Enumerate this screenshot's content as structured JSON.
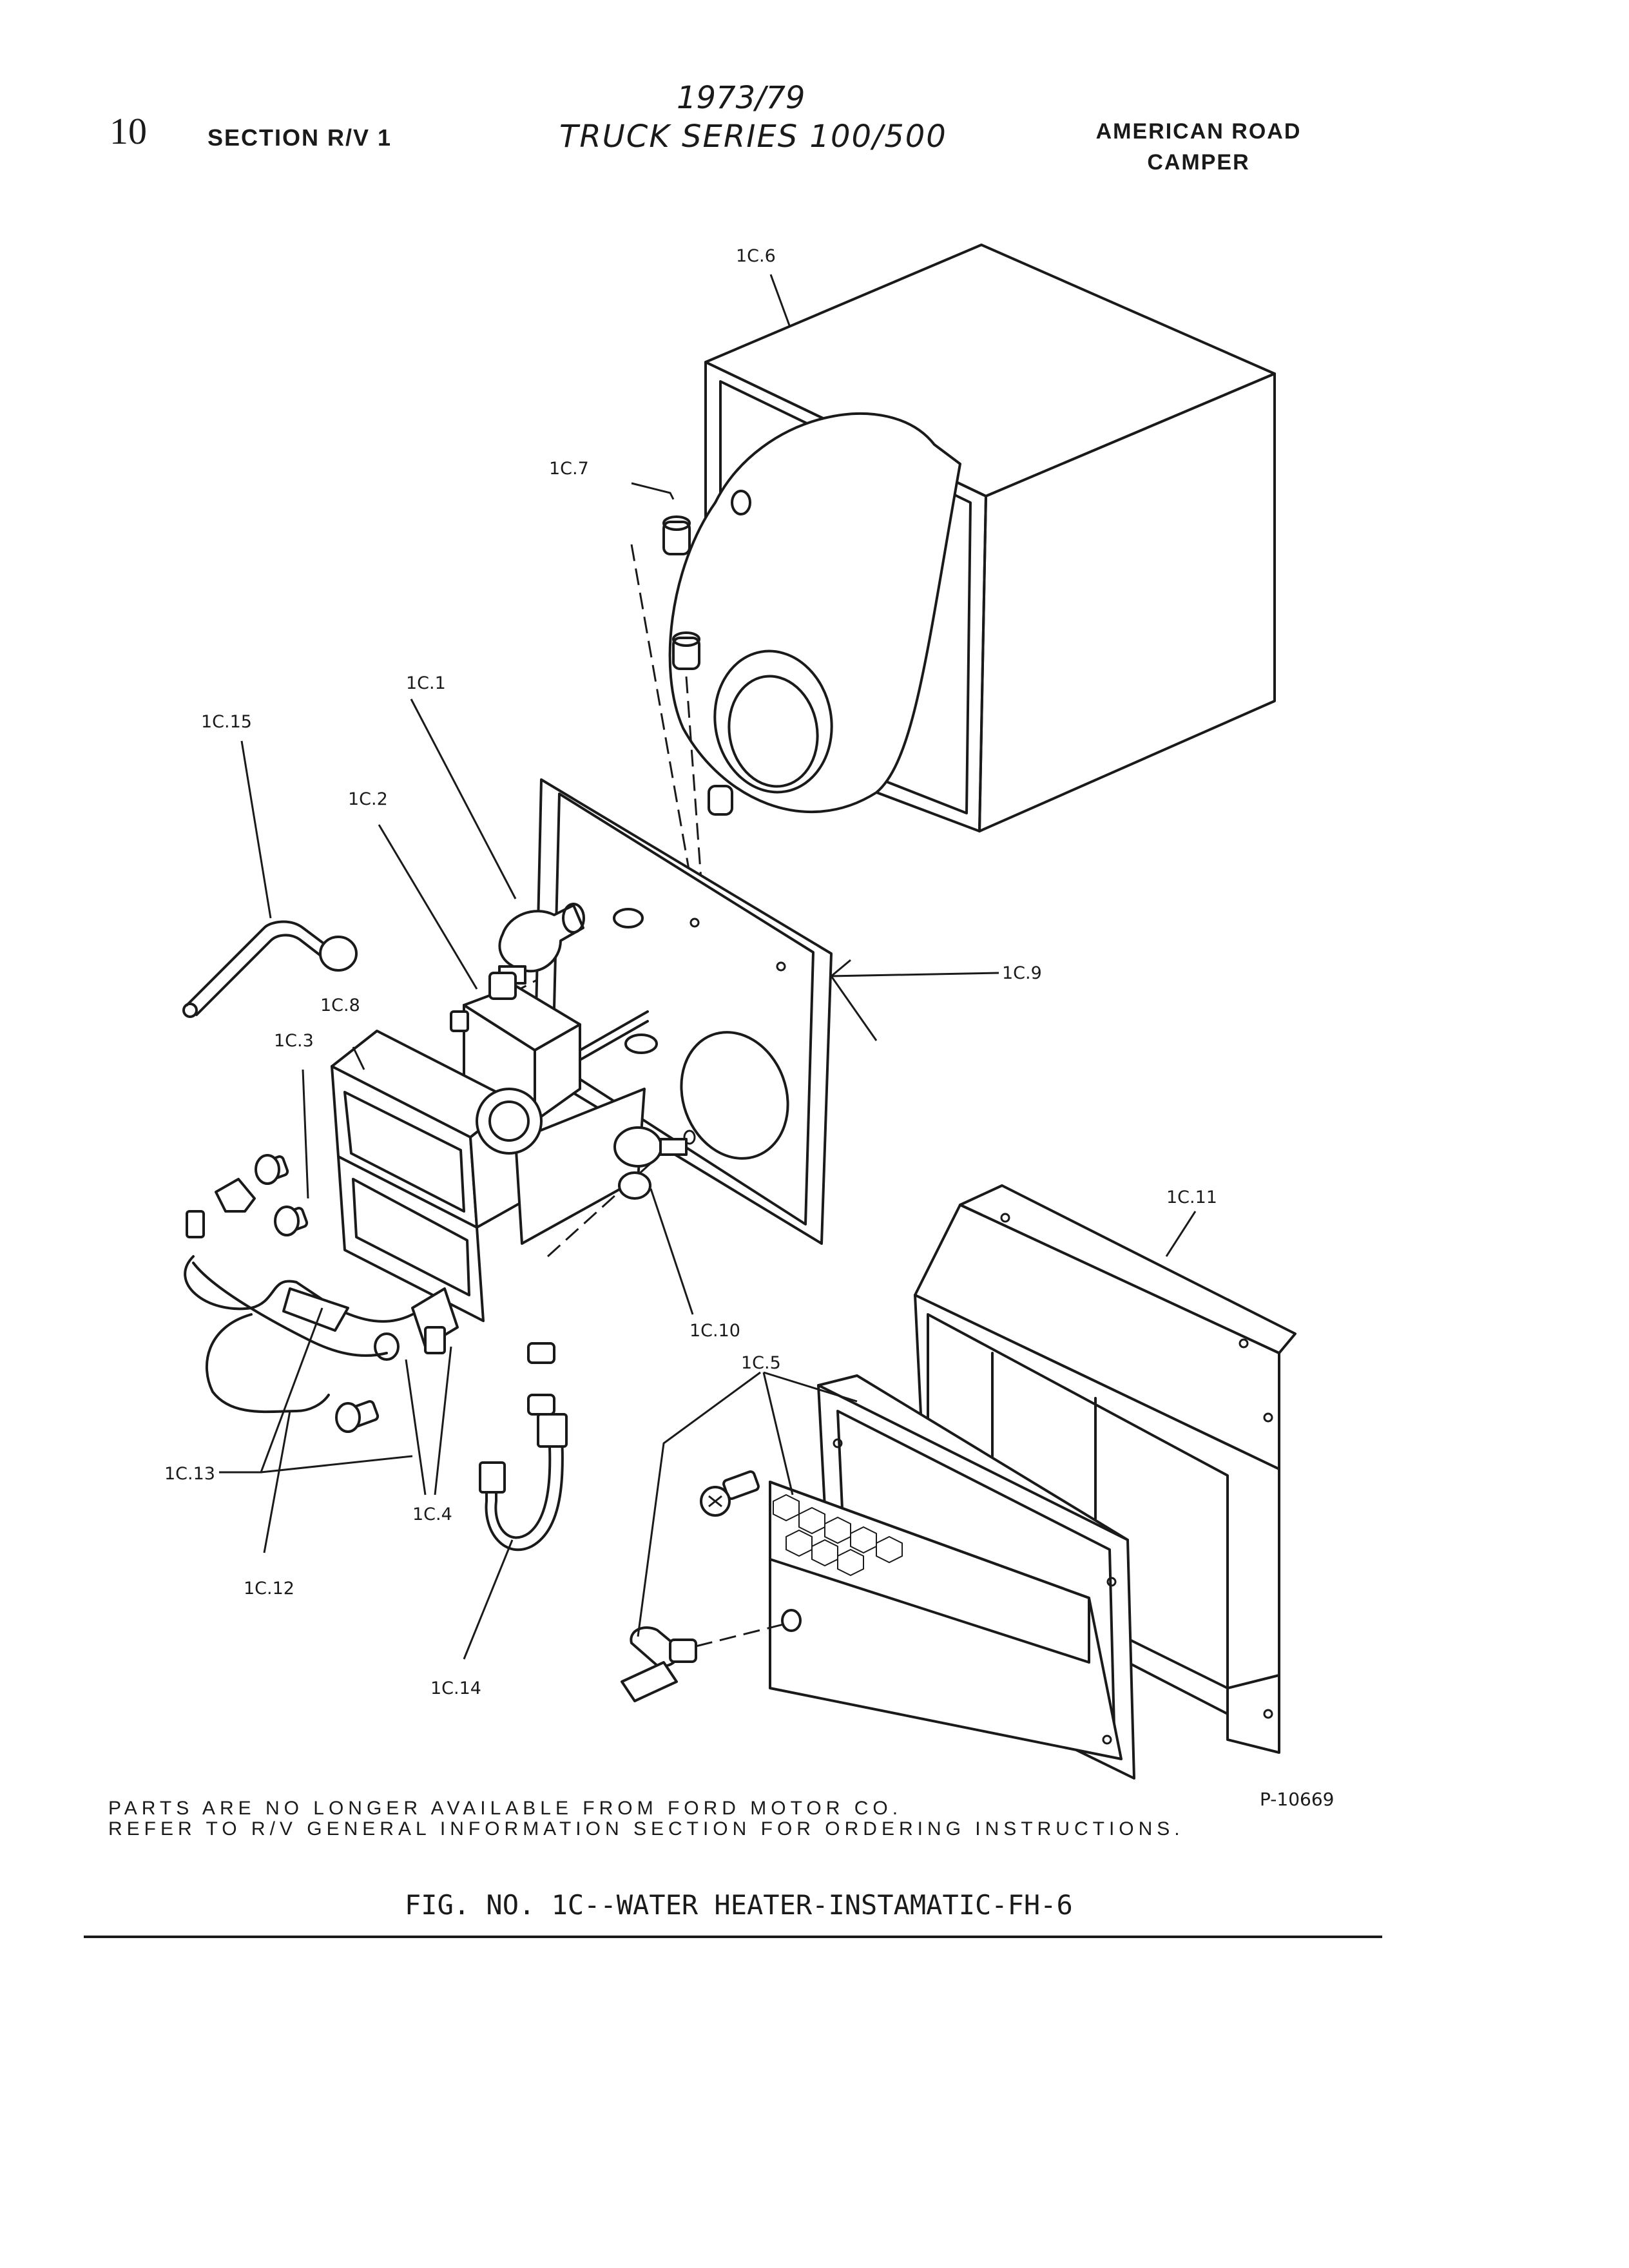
{
  "header": {
    "page_number": "10",
    "section": "SECTION R/V 1",
    "years": "1973/79",
    "series": "TRUCK SERIES 100/500",
    "company": "AMERICAN ROAD CAMPER"
  },
  "figure": {
    "labels": {
      "c1": "1C.1",
      "c2": "1C.2",
      "c3": "1C.3",
      "c4": "1C.4",
      "c5": "1C.5",
      "c6": "1C.6",
      "c7": "1C.7",
      "c8": "1C.8",
      "c9": "1C.9",
      "c10": "1C.10",
      "c11": "1C.11",
      "c12": "1C.12",
      "c13": "1C.13",
      "c14": "1C.14",
      "c15": "1C.15"
    },
    "plate_number": "P-10669"
  },
  "notes": {
    "line1": "PARTS ARE NO LONGER AVAILABLE FROM FORD MOTOR CO.",
    "line2": "REFER TO R/V GENERAL INFORMATION SECTION FOR ORDERING INSTRUCTIONS."
  },
  "caption": "FIG. NO. 1C--WATER HEATER-INSTAMATIC-FH-6"
}
